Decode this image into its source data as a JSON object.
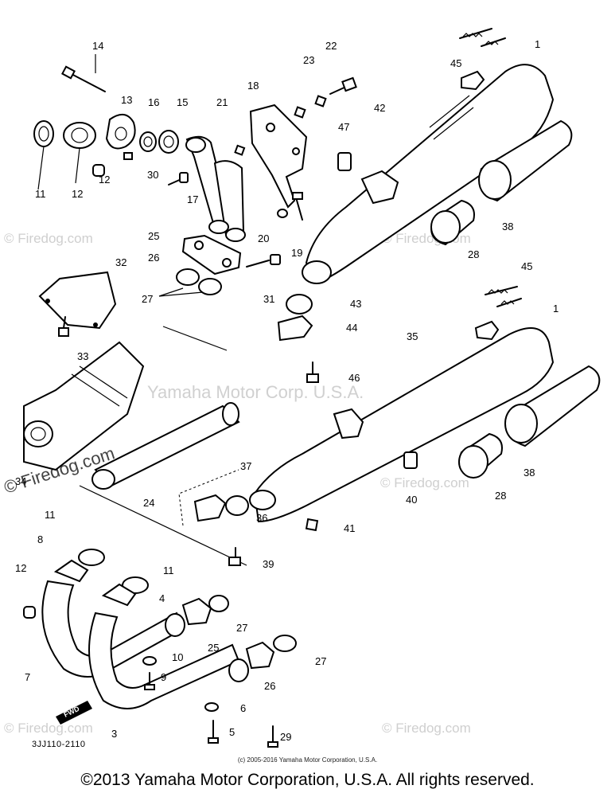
{
  "diagram": {
    "code": "3JJ110-2110",
    "small_copyright": "(c) 2005-2016 Yamaha Motor Corporation, U.S.A.",
    "footer_copyright": "©2013 Yamaha Motor Corporation, U.S.A. All rights reserved.",
    "watermark_center": "Yamaha Motor Corp. U.S.A.",
    "watermark_firedog": "© Firedog.com",
    "fwd_label": "FWD",
    "callouts": [
      "14",
      "13",
      "16",
      "15",
      "21",
      "18",
      "23",
      "22",
      "45",
      "1",
      "11",
      "12",
      "12",
      "30",
      "17",
      "47",
      "42",
      "25",
      "20",
      "19",
      "26",
      "27",
      "31",
      "43",
      "32",
      "28",
      "38",
      "44",
      "33",
      "46",
      "35",
      "45",
      "1",
      "34",
      "24",
      "37",
      "40",
      "36",
      "41",
      "28",
      "38",
      "11",
      "8",
      "39",
      "12",
      "11",
      "4",
      "27",
      "25",
      "10",
      "9",
      "7",
      "26",
      "27",
      "6",
      "5",
      "29",
      "3"
    ]
  }
}
